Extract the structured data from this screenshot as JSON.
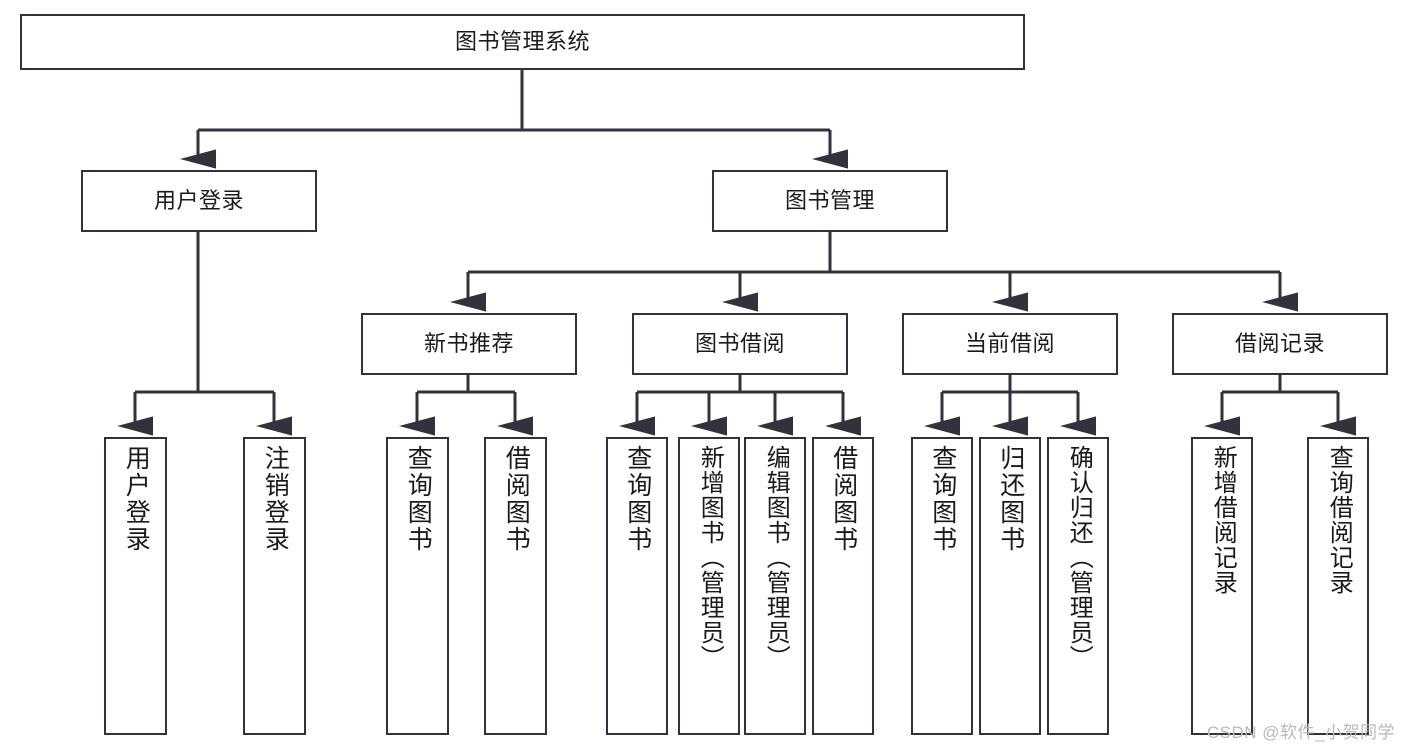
{
  "diagram": {
    "title": "图书管理系统",
    "type": "hierarchy-tree",
    "orientation": "top-down",
    "style": {
      "box_border_color": "#32323c",
      "box_fill_color": "#ffffff",
      "line_color": "#32323c",
      "background_color": "#ffffff",
      "text_color": "#1a1a1a"
    },
    "root": {
      "label": "图书管理系统",
      "name": "node-root-system"
    },
    "level2": [
      {
        "label": "用户登录",
        "name": "node-user-login"
      },
      {
        "label": "图书管理",
        "name": "node-book-management"
      }
    ],
    "level3": [
      {
        "label": "新书推荐",
        "name": "node-new-book-recommend"
      },
      {
        "label": "图书借阅",
        "name": "node-book-borrow"
      },
      {
        "label": "当前借阅",
        "name": "node-current-borrow"
      },
      {
        "label": "借阅记录",
        "name": "node-borrow-record"
      }
    ],
    "leaves": {
      "user_login": [
        {
          "label": "用户登录",
          "name": "leaf-user-login"
        },
        {
          "label": "注销登录",
          "name": "leaf-logout"
        }
      ],
      "new_book_recommend": [
        {
          "label": "查询图书",
          "name": "leaf-query-book-recommend"
        },
        {
          "label": "借阅图书",
          "name": "leaf-borrow-book-recommend"
        }
      ],
      "book_borrow": [
        {
          "label": "查询图书",
          "name": "leaf-query-book-borrow"
        },
        {
          "label": "新增图书（管理员）",
          "name": "leaf-add-book-admin"
        },
        {
          "label": "编辑图书（管理员）",
          "name": "leaf-edit-book-admin"
        },
        {
          "label": "借阅图书",
          "name": "leaf-borrow-book"
        }
      ],
      "current_borrow": [
        {
          "label": "查询图书",
          "name": "leaf-query-book-current"
        },
        {
          "label": "归还图书",
          "name": "leaf-return-book"
        },
        {
          "label": "确认归还（管理员）",
          "name": "leaf-confirm-return-admin"
        }
      ],
      "borrow_record": [
        {
          "label": "新增借阅记录",
          "name": "leaf-add-borrow-record"
        },
        {
          "label": "查询借阅记录",
          "name": "leaf-query-borrow-record"
        }
      ]
    }
  },
  "watermark": {
    "text": "CSDN @软件_小贺同学"
  }
}
